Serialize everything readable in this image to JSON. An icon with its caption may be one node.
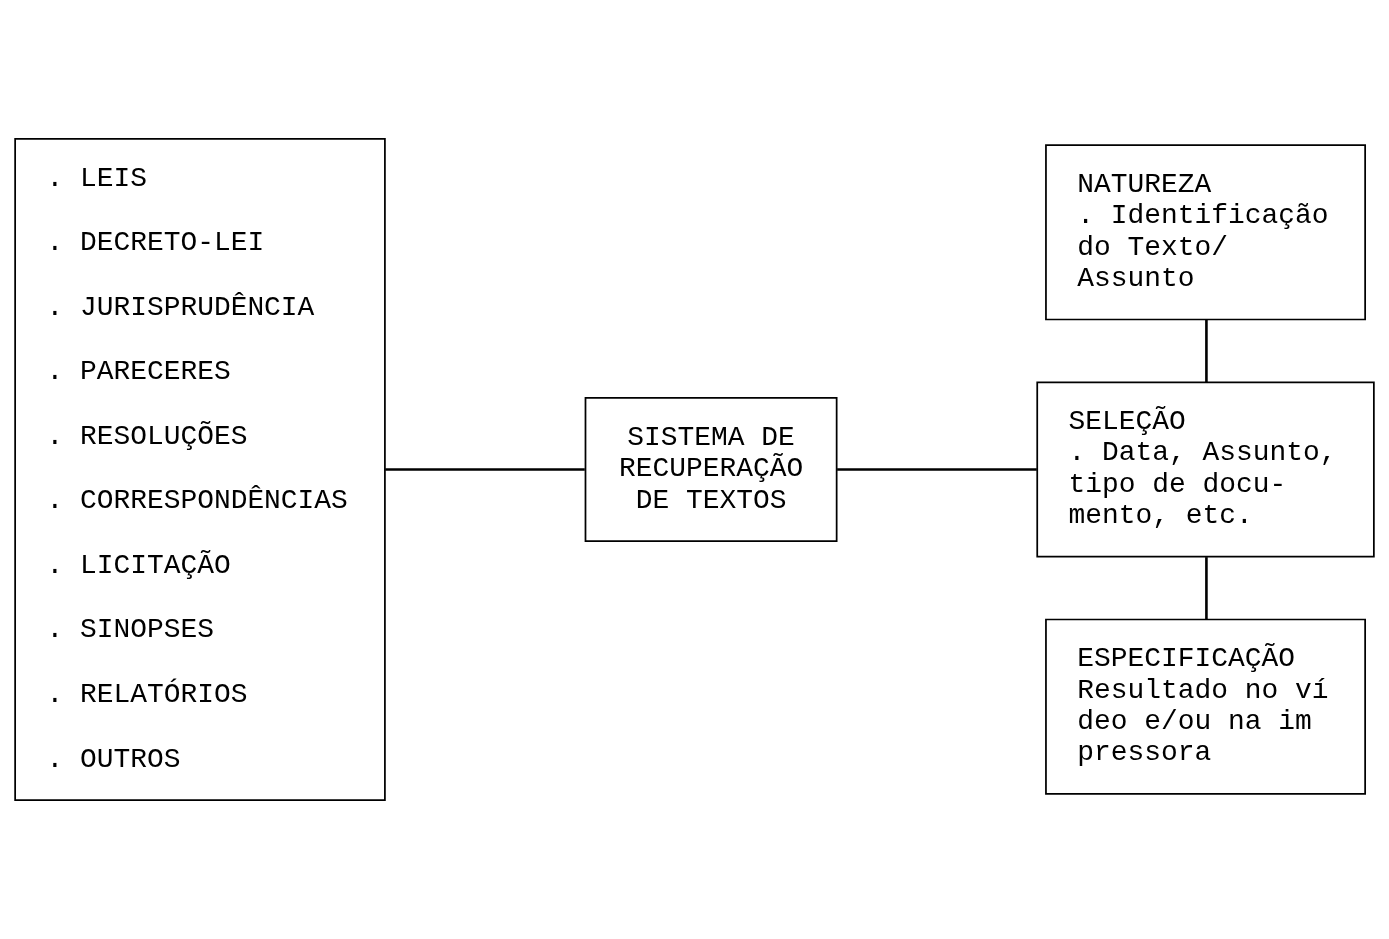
{
  "diagram": {
    "nodes": [
      {
        "text": [
          ". LEIS",
          ". DECRETO-LEI",
          ". JURISPRUDÊNCIA",
          ". PARECERES",
          ". RESOLUÇÕES",
          ". CORRESPONDÊNCIAS",
          ". LICITAÇÃO",
          ". SINOPSES",
          ". RELATÓRIOS",
          ". OUTROS"
        ]
      },
      {
        "text": [
          "SISTEMA DE RECUPERAÇÃO DE TEXTOS"
        ]
      },
      {
        "text": [
          "NATUREZA",
          ". Identificação do Texto/ Assunto"
        ]
      },
      {
        "text": [
          "SELEÇÃO",
          ". Data, Assunto, tipo de docu- mento, etc."
        ]
      },
      {
        "text": [
          "ESPECIFICAÇÃO",
          "Resultado no ví deo e/ou na im pressora"
        ]
      }
    ],
    "edges": [
      {
        "from": 0,
        "to": 1,
        "arrow": "none"
      },
      {
        "from": 1,
        "to": 3,
        "arrow": "none"
      },
      {
        "from": 2,
        "to": 3,
        "arrow": "none"
      },
      {
        "from": 3,
        "to": 4,
        "arrow": "none"
      }
    ]
  }
}
